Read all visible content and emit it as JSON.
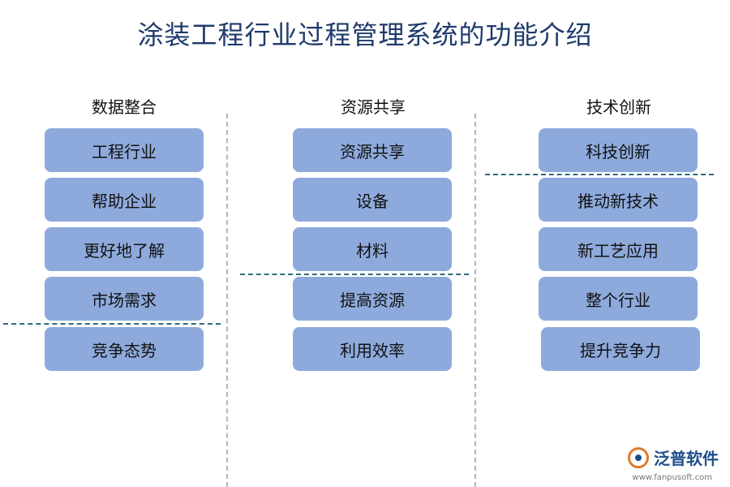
{
  "title": "涂装工程行业过程管理系统的功能介绍",
  "columns": [
    {
      "header": "数据整合",
      "items": [
        "工程行业",
        "帮助企业",
        "更好地了解",
        "市场需求",
        "竞争态势"
      ]
    },
    {
      "header": "资源共享",
      "items": [
        "资源共享",
        "设备",
        "材料",
        "提高资源",
        "利用效率"
      ]
    },
    {
      "header": "技术创新",
      "items": [
        "科技创新",
        "推动新技术",
        "新工艺应用",
        "整个行业",
        "提升竞争力"
      ]
    }
  ],
  "logo": {
    "brand": "泛普软件",
    "url": "www.fanpusoft.com",
    "icon": "fanpu-logo-icon"
  },
  "colors": {
    "title": "#1f3a6b",
    "box": "#8eaadc",
    "divider": "#b5b5b5",
    "accent_line": "#2e6b7d",
    "logo_orange": "#e07a2a",
    "logo_blue": "#1f4d8a"
  }
}
